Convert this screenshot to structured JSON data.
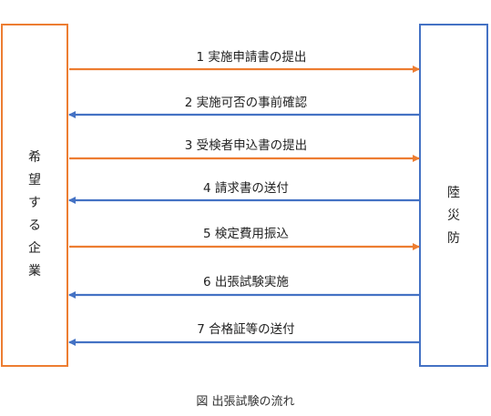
{
  "diagram": {
    "left_entity": {
      "label_chars": [
        "希",
        "望",
        "す",
        "る",
        "企",
        "業"
      ]
    },
    "right_entity": {
      "label_chars": [
        "陸",
        "災",
        "防"
      ]
    },
    "steps": [
      {
        "number": "1",
        "label": "1 実施申請書の提出",
        "direction": "right",
        "color": "#ED7D31"
      },
      {
        "number": "2",
        "label": "2 実施可否の事前確認",
        "direction": "left",
        "color": "#4472C4"
      },
      {
        "number": "3",
        "label": "3 受検者申込書の提出",
        "direction": "right",
        "color": "#ED7D31"
      },
      {
        "number": "4",
        "label": "4 請求書の送付",
        "direction": "left",
        "color": "#4472C4"
      },
      {
        "number": "5",
        "label": "5 検定費用振込",
        "direction": "right",
        "color": "#ED7D31"
      },
      {
        "number": "6",
        "label": "6 出張試験実施",
        "direction": "left",
        "color": "#4472C4"
      },
      {
        "number": "7",
        "label": "7 合格証等の送付",
        "direction": "left",
        "color": "#4472C4"
      }
    ],
    "caption": "図 出張試験の流れ"
  },
  "colors": {
    "orange": "#ED7D31",
    "blue": "#4472C4"
  }
}
